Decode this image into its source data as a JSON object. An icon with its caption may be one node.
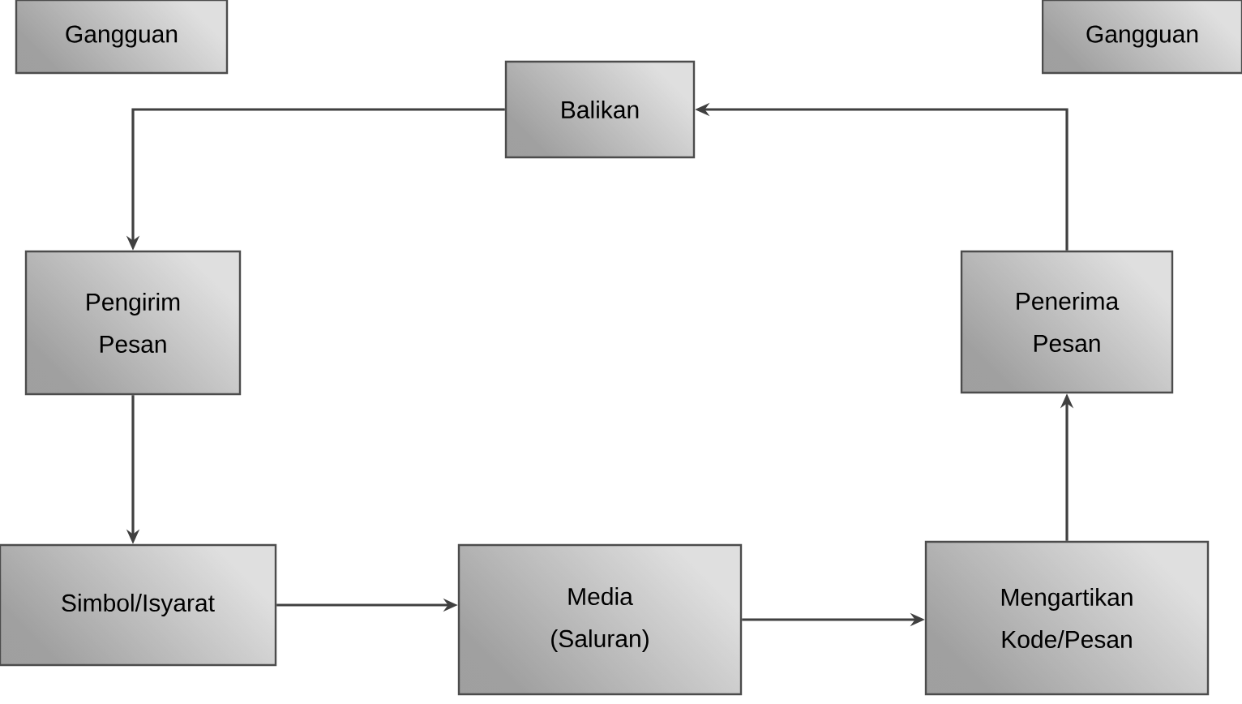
{
  "diagram": {
    "nodes": [
      {
        "text": [
          "Gangguan"
        ]
      },
      {
        "text": [
          "Gangguan"
        ]
      },
      {
        "text": [
          "Balikan"
        ]
      },
      {
        "text": [
          "Pengirim Pesan"
        ]
      },
      {
        "text": [
          "Penerima Pesan"
        ]
      },
      {
        "text": [
          "Simbol/Isyarat"
        ]
      },
      {
        "text": [
          "Media (Saluran)"
        ]
      },
      {
        "text": [
          "Mengartikan Kode/Pesan"
        ]
      }
    ],
    "edges": [
      {
        "from": 3,
        "to": 5,
        "arrow": "to"
      },
      {
        "from": 5,
        "to": 6,
        "arrow": "to"
      },
      {
        "from": 6,
        "to": 7,
        "arrow": "to"
      },
      {
        "from": 7,
        "to": 4,
        "arrow": "to"
      },
      {
        "from": 4,
        "to": 2,
        "arrow": "to"
      },
      {
        "from": 2,
        "to": 3,
        "arrow": "to"
      }
    ]
  }
}
